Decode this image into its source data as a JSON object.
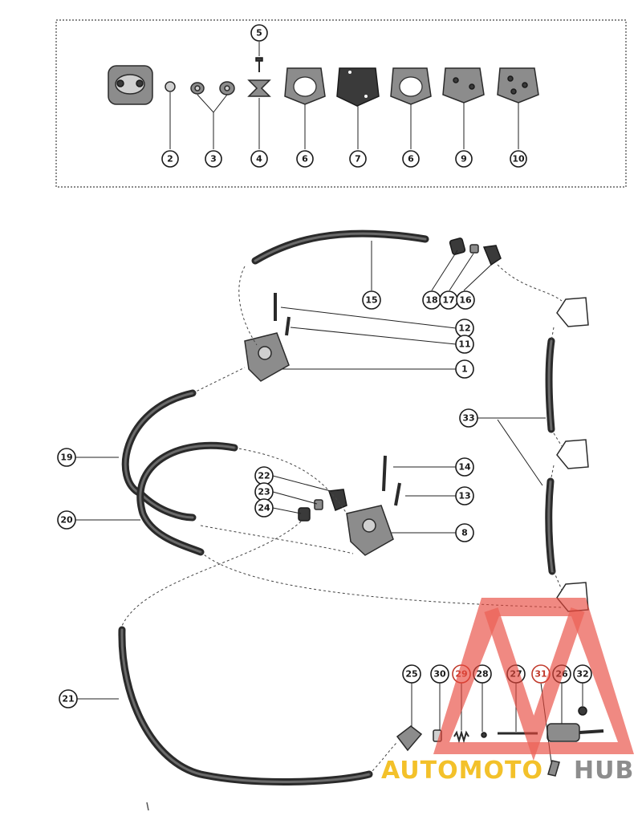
{
  "callouts": [
    {
      "id": "c2",
      "label": "2"
    },
    {
      "id": "c3",
      "label": "3"
    },
    {
      "id": "c4",
      "label": "4"
    },
    {
      "id": "c5",
      "label": "5"
    },
    {
      "id": "c6a",
      "label": "6"
    },
    {
      "id": "c7",
      "label": "7"
    },
    {
      "id": "c6b",
      "label": "6"
    },
    {
      "id": "c9",
      "label": "9"
    },
    {
      "id": "c10",
      "label": "10"
    },
    {
      "id": "c15",
      "label": "15"
    },
    {
      "id": "c18",
      "label": "18"
    },
    {
      "id": "c17",
      "label": "17"
    },
    {
      "id": "c16",
      "label": "16"
    },
    {
      "id": "c12",
      "label": "12"
    },
    {
      "id": "c11",
      "label": "11"
    },
    {
      "id": "c1",
      "label": "1"
    },
    {
      "id": "c33",
      "label": "33"
    },
    {
      "id": "c19",
      "label": "19"
    },
    {
      "id": "c14",
      "label": "14"
    },
    {
      "id": "c22",
      "label": "22"
    },
    {
      "id": "c23",
      "label": "23"
    },
    {
      "id": "c13",
      "label": "13"
    },
    {
      "id": "c24",
      "label": "24"
    },
    {
      "id": "c20",
      "label": "20"
    },
    {
      "id": "c8",
      "label": "8"
    },
    {
      "id": "c21",
      "label": "21"
    },
    {
      "id": "c25",
      "label": "25"
    },
    {
      "id": "c30",
      "label": "30"
    },
    {
      "id": "c29",
      "label": "29"
    },
    {
      "id": "c28",
      "label": "28"
    },
    {
      "id": "c27",
      "label": "27"
    },
    {
      "id": "c31",
      "label": "31"
    },
    {
      "id": "c26",
      "label": "26"
    },
    {
      "id": "c32",
      "label": "32"
    }
  ],
  "watermark": {
    "text_part1": "AUTOMOTO",
    "text_part2": "HUB",
    "color_primary": "#e8473b",
    "color_secondary": "#f2b705",
    "color_dark": "#7a7a7a"
  }
}
